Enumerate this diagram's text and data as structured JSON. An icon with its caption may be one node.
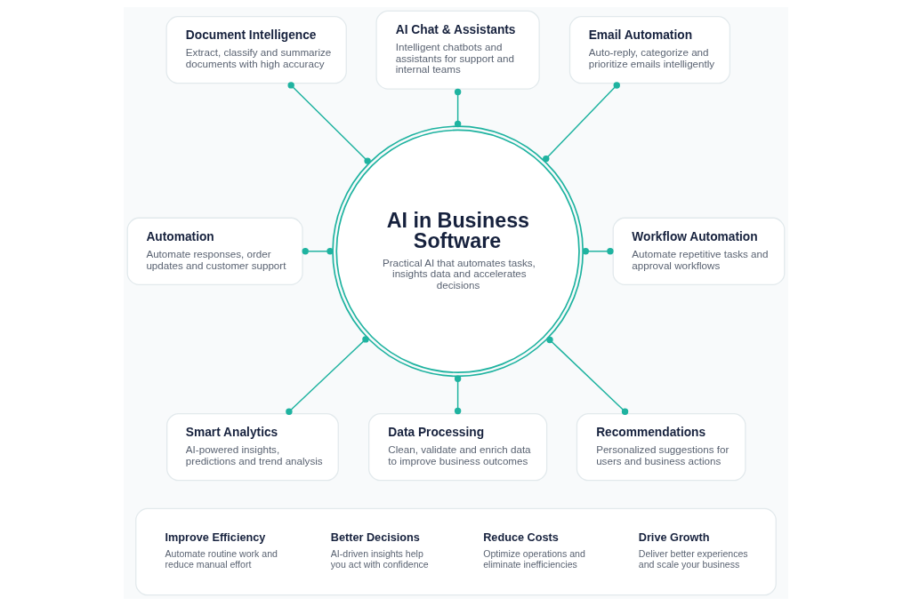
{
  "diagram": {
    "nodes": [
      {
        "text": [
          "AI Chat & Assistants",
          "Intelligent chatbots and assistants for support and internal teams"
        ]
      },
      {
        "text": [
          "Document Intelligence",
          "Extract, classify and summarize documents with high accuracy"
        ]
      },
      {
        "text": [
          "Email Automation",
          "Auto-reply, categorize and prioritize emails intelligently"
        ]
      },
      {
        "text": [
          "AI in Business Software",
          "Practical AI that automates tasks, insights data and accelerates decisions"
        ]
      },
      {
        "text": [
          "Automation",
          "Automate responses, order updates and customer support"
        ]
      },
      {
        "text": [
          "Workflow Automation",
          "Automate repetitive tasks and approval workflows"
        ]
      },
      {
        "text": [
          "Smart Analytics",
          "AI-powered insights, predictions and trend analysis"
        ]
      },
      {
        "text": [
          "Recommendations",
          "Personalized suggestions for users and business actions"
        ]
      },
      {
        "text": [
          "Data Processing",
          "Clean, validate and enrich data to improve business outcomes"
        ]
      },
      {
        "text": [],
        "shape": "box"
      },
      {
        "text": [
          "Improve Efficiency",
          "Automate routine work and reduce manual effort"
        ],
        "in": 9
      },
      {
        "text": [
          "Better Decisions",
          "AI-driven insights help you act with confidence"
        ],
        "in": 9
      },
      {
        "text": [
          "Reduce Costs",
          "Optimize operations and eliminate inefficiencies"
        ],
        "in": 9
      },
      {
        "text": [
          "Drive Growth",
          "Deliver better experiences and scale your business"
        ],
        "in": 9
      }
    ],
    "edges": [
      {
        "from": 0,
        "to": 3,
        "arrow": "other"
      },
      {
        "from": 1,
        "to": 3,
        "arrow": "other"
      },
      {
        "from": 2,
        "to": 3,
        "arrow": "other"
      },
      {
        "from": 4,
        "to": 3,
        "arrow": "other"
      },
      {
        "from": 3,
        "to": 5,
        "arrow": "other"
      },
      {
        "from": 3,
        "to": 6,
        "arrow": "other"
      },
      {
        "from": 3,
        "to": 8,
        "arrow": "other"
      },
      {
        "from": 3,
        "to": 7,
        "arrow": "other"
      }
    ]
  }
}
